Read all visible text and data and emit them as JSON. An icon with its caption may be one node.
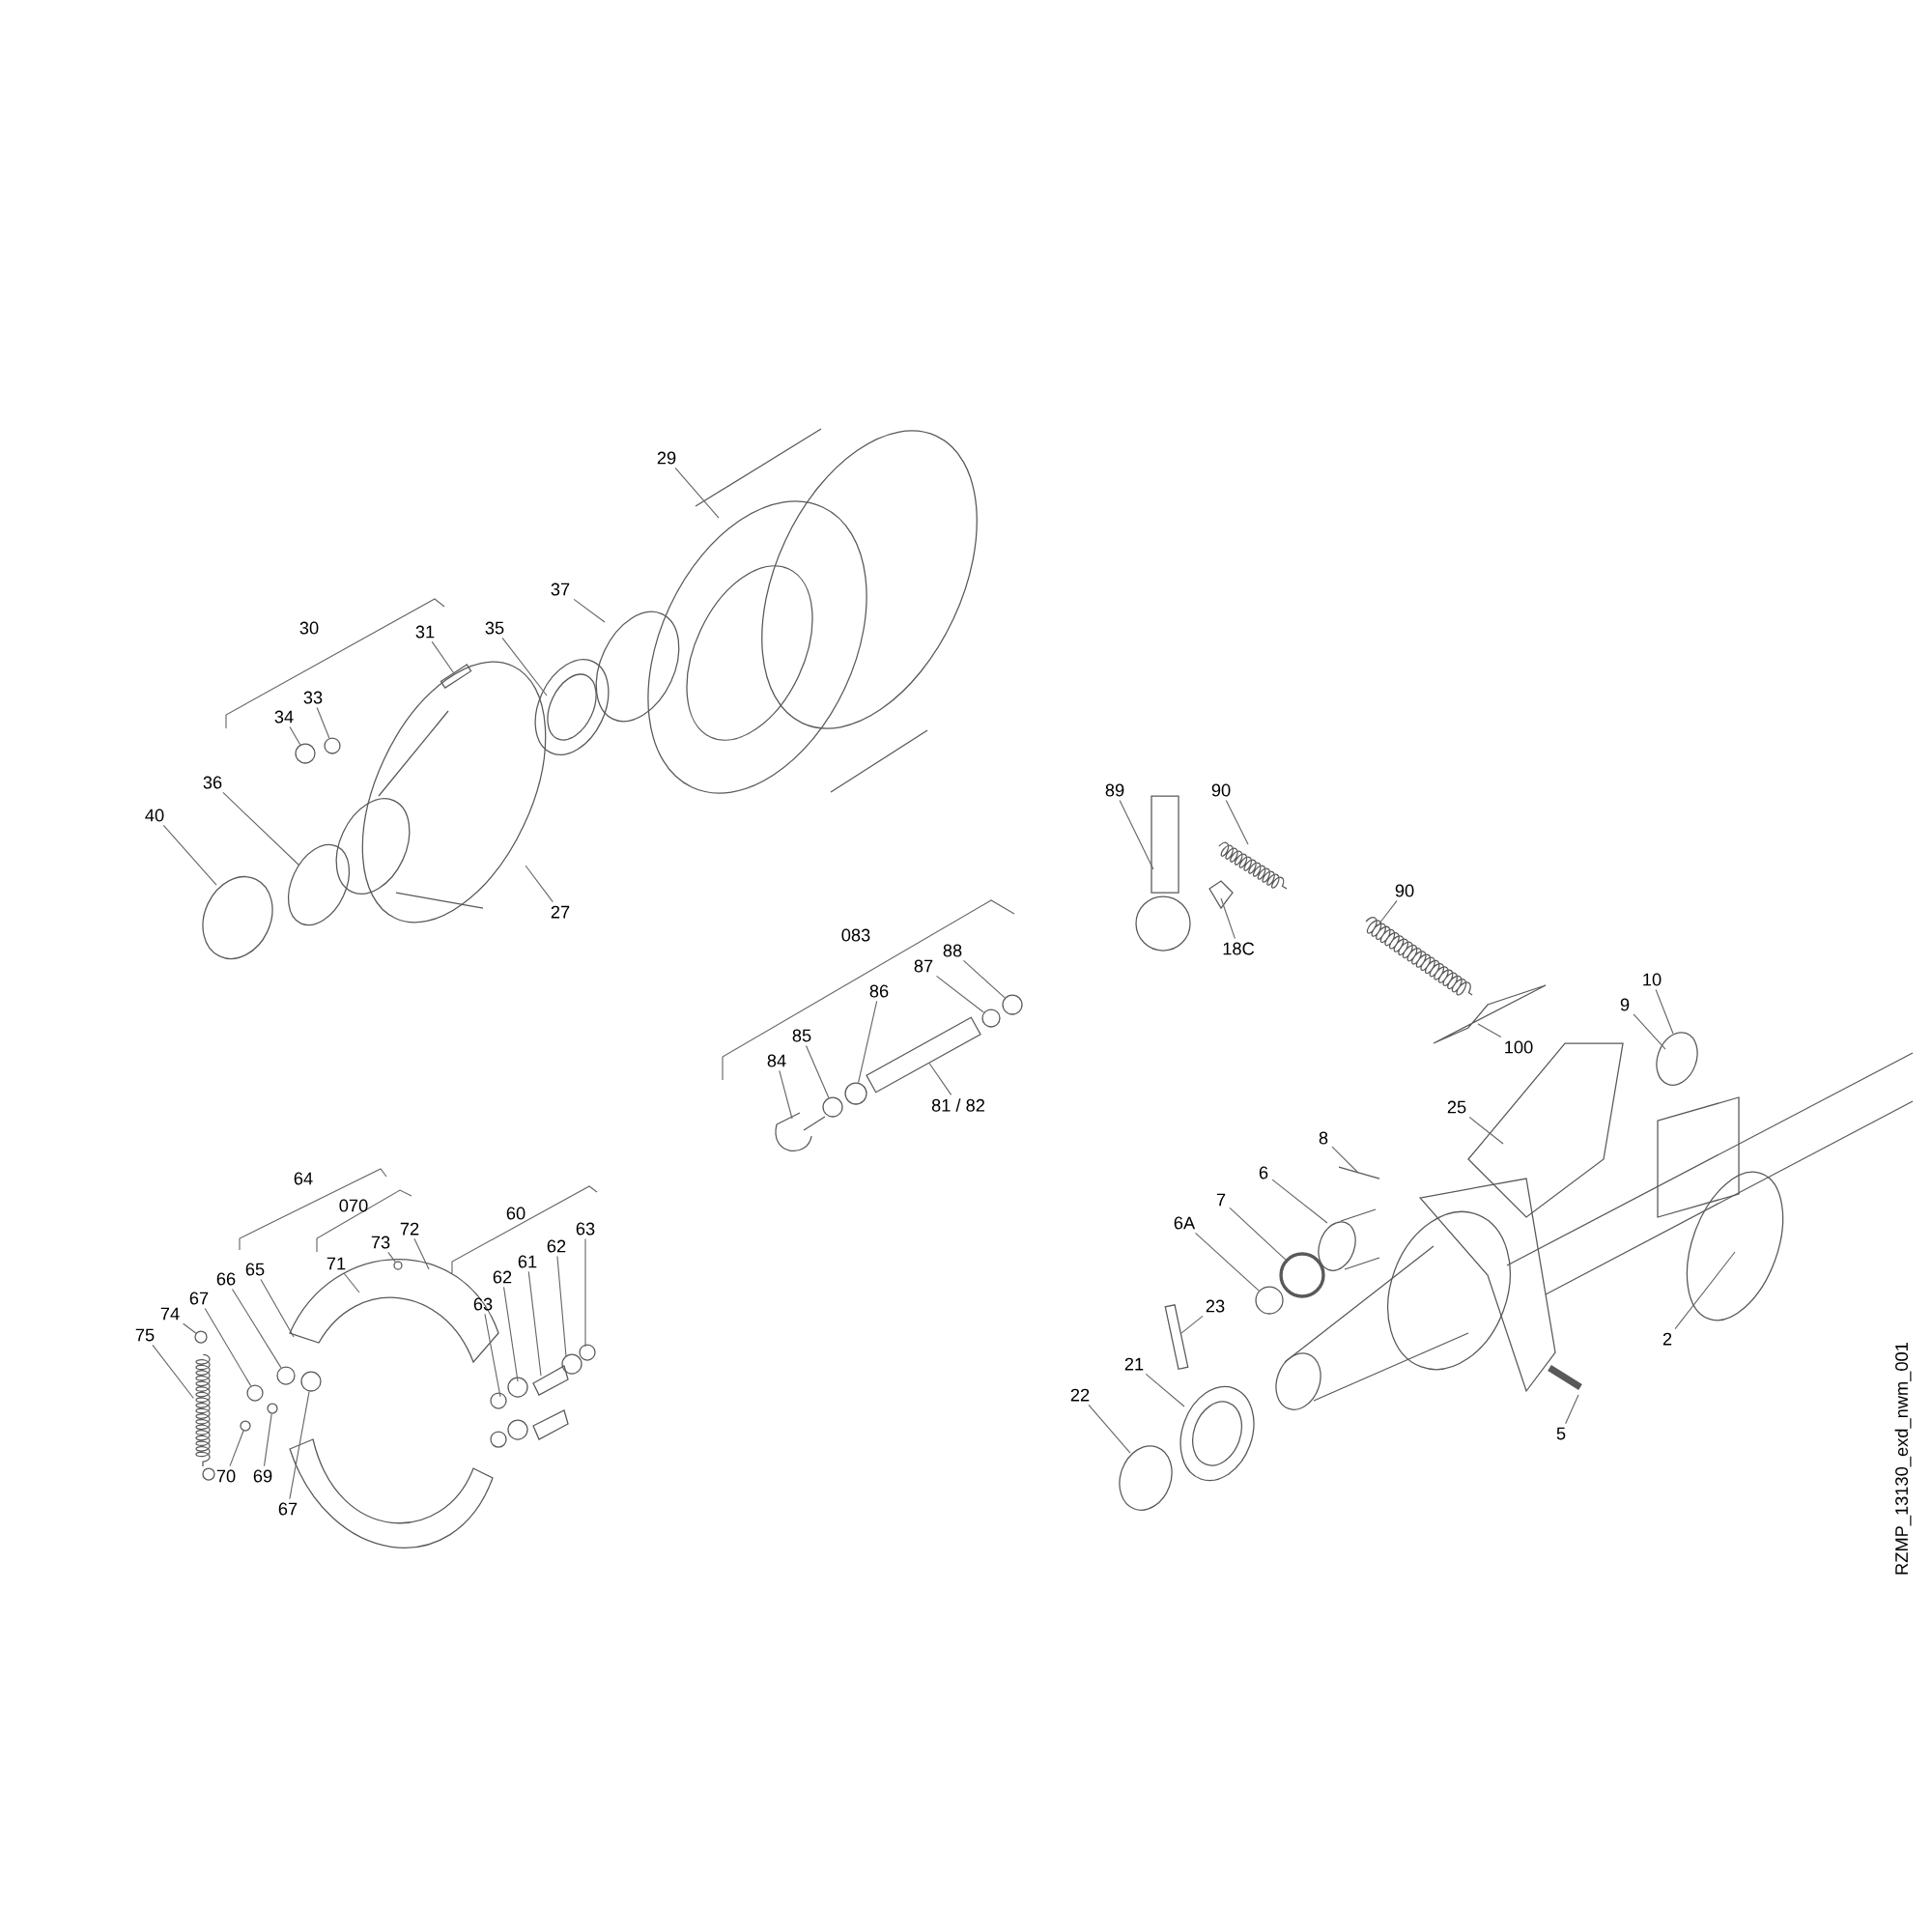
{
  "diagram": {
    "nodes": [
      {
        "text": [
          "29"
        ]
      },
      {
        "text": [
          "31"
        ]
      },
      {
        "text": [
          "35"
        ]
      },
      {
        "text": [
          "37"
        ]
      },
      {
        "text": [
          "33"
        ]
      },
      {
        "text": [
          "34"
        ]
      },
      {
        "text": [
          "36"
        ]
      },
      {
        "text": [
          "40"
        ]
      },
      {
        "text": [
          "27"
        ]
      },
      {
        "text": [
          "84"
        ]
      },
      {
        "text": [
          "85"
        ]
      },
      {
        "text": [
          "86"
        ]
      },
      {
        "text": [
          "87"
        ]
      },
      {
        "text": [
          "88"
        ]
      },
      {
        "text": [
          "81 / 82"
        ]
      },
      {
        "text": [
          "89"
        ]
      },
      {
        "text": [
          "90"
        ]
      },
      {
        "text": [
          "18C"
        ]
      },
      {
        "text": [
          "90"
        ]
      },
      {
        "text": [
          "100"
        ]
      },
      {
        "text": [
          "10"
        ]
      },
      {
        "text": [
          "9"
        ]
      },
      {
        "text": [
          "25"
        ]
      },
      {
        "text": [
          "8"
        ]
      },
      {
        "text": [
          "6"
        ]
      },
      {
        "text": [
          "7"
        ]
      },
      {
        "text": [
          "6A"
        ]
      },
      {
        "text": [
          "23"
        ]
      },
      {
        "text": [
          "21"
        ]
      },
      {
        "text": [
          "22"
        ]
      },
      {
        "text": [
          "5"
        ]
      },
      {
        "text": [
          "2"
        ]
      },
      {
        "text": [
          "75"
        ]
      },
      {
        "text": [
          "74"
        ]
      },
      {
        "text": [
          "67"
        ]
      },
      {
        "text": [
          "66"
        ]
      },
      {
        "text": [
          "65"
        ]
      },
      {
        "text": [
          "71"
        ]
      },
      {
        "text": [
          "73"
        ]
      },
      {
        "text": [
          "72"
        ]
      },
      {
        "text": [
          "63"
        ]
      },
      {
        "text": [
          "62"
        ]
      },
      {
        "text": [
          "61"
        ]
      },
      {
        "text": [
          "62"
        ]
      },
      {
        "text": [
          "63"
        ]
      },
      {
        "text": [
          "70"
        ]
      },
      {
        "text": [
          "69"
        ]
      },
      {
        "text": [
          "67"
        ]
      },
      {
        "text": [],
        "shape": "bar"
      },
      {
        "text": [],
        "shape": "circle"
      },
      {
        "text": [],
        "shape": "circle"
      },
      {
        "text": [],
        "shape": "circle"
      },
      {
        "text": [],
        "shape": "circle"
      },
      {
        "text": [],
        "shape": "circle"
      },
      {
        "text": [],
        "shape": "circle"
      },
      {
        "text": [],
        "shape": "bar"
      },
      {
        "text": [],
        "shape": "circle"
      },
      {
        "text": [],
        "shape": "circle"
      },
      {
        "text": [],
        "shape": "circle"
      },
      {
        "text": [],
        "shape": "circle"
      },
      {
        "text": [],
        "shape": "circle"
      },
      {
        "text": [],
        "shape": "bar"
      },
      {
        "text": [],
        "shape": "spring"
      },
      {
        "text": [],
        "shape": "circle"
      },
      {
        "text": [],
        "shape": "circle"
      },
      {
        "text": [],
        "shape": "circle"
      },
      {
        "text": [],
        "shape": "circle"
      }
    ],
    "edges": [
      {
        "from": 0,
        "to": null,
        "arrow": "none"
      },
      {
        "from": 1,
        "to": 48,
        "arrow": "none"
      },
      {
        "from": 2,
        "to": null,
        "arrow": "none"
      },
      {
        "from": 3,
        "to": null,
        "arrow": "none"
      },
      {
        "from": 4,
        "to": 49,
        "arrow": "none"
      },
      {
        "from": 5,
        "to": 50,
        "arrow": "none"
      },
      {
        "from": 6,
        "to": null,
        "arrow": "none"
      },
      {
        "from": 7,
        "to": null,
        "arrow": "none"
      },
      {
        "from": 8,
        "to": null,
        "arrow": "none"
      },
      {
        "from": 9,
        "to": null,
        "arrow": "none"
      },
      {
        "from": 10,
        "to": 51,
        "arrow": "none"
      },
      {
        "from": 11,
        "to": 52,
        "arrow": "none"
      },
      {
        "from": 12,
        "to": 53,
        "arrow": "none"
      },
      {
        "from": 13,
        "to": 54,
        "arrow": "none"
      },
      {
        "from": 14,
        "to": 55,
        "arrow": "none"
      },
      {
        "from": 15,
        "to": null,
        "arrow": "none"
      },
      {
        "from": 16,
        "to": null,
        "arrow": "none"
      },
      {
        "from": 17,
        "to": null,
        "arrow": "none"
      },
      {
        "from": 18,
        "to": null,
        "arrow": "none"
      },
      {
        "from": 19,
        "to": null,
        "arrow": "none"
      },
      {
        "from": 20,
        "to": null,
        "arrow": "none"
      },
      {
        "from": 21,
        "to": null,
        "arrow": "none"
      },
      {
        "from": 22,
        "to": null,
        "arrow": "none"
      },
      {
        "from": 23,
        "to": null,
        "arrow": "none"
      },
      {
        "from": 24,
        "to": null,
        "arrow": "none"
      },
      {
        "from": 25,
        "to": 65,
        "arrow": "none"
      },
      {
        "from": 26,
        "to": 60,
        "arrow": "none"
      },
      {
        "from": 27,
        "to": 61,
        "arrow": "none"
      },
      {
        "from": 28,
        "to": null,
        "arrow": "none"
      },
      {
        "from": 29,
        "to": null,
        "arrow": "none"
      },
      {
        "from": 30,
        "to": null,
        "arrow": "none"
      },
      {
        "from": 31,
        "to": null,
        "arrow": "none"
      },
      {
        "from": 32,
        "to": 62,
        "arrow": "none"
      },
      {
        "from": 33,
        "to": 56,
        "arrow": "none"
      },
      {
        "from": 34,
        "to": 63,
        "arrow": "none"
      },
      {
        "from": 35,
        "to": 64,
        "arrow": "none"
      },
      {
        "from": 36,
        "to": null,
        "arrow": "none"
      },
      {
        "from": 37,
        "to": null,
        "arrow": "none"
      },
      {
        "from": 38,
        "to": 59,
        "arrow": "none"
      },
      {
        "from": 39,
        "to": null,
        "arrow": "none"
      },
      {
        "from": 40,
        "to": null,
        "arrow": "none"
      },
      {
        "from": 41,
        "to": null,
        "arrow": "none"
      },
      {
        "from": 42,
        "to": null,
        "arrow": "none"
      },
      {
        "from": 43,
        "to": null,
        "arrow": "none"
      },
      {
        "from": 44,
        "to": null,
        "arrow": "none"
      },
      {
        "from": 45,
        "to": 57,
        "arrow": "none"
      },
      {
        "from": 46,
        "to": 58,
        "arrow": "none"
      },
      {
        "from": 47,
        "to": 66,
        "arrow": "none"
      }
    ],
    "labels": [
      "30",
      "083",
      "64",
      "070",
      "60",
      "RZMP_13130_exd_nwm_001"
    ]
  }
}
